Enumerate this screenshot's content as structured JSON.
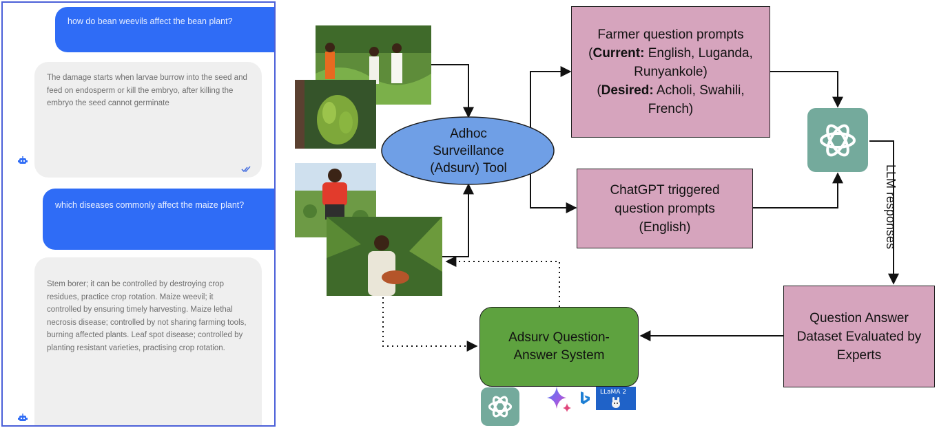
{
  "chat": {
    "messages": [
      {
        "role": "user",
        "text": "how do bean weevils affect the bean plant?"
      },
      {
        "role": "bot",
        "text": "The damage starts when larvae burrow into the seed and feed on endosperm or kill the embryo, after killing the embryo the seed cannot germinate"
      },
      {
        "role": "user",
        "text": "which diseases commonly affect the maize plant?"
      },
      {
        "role": "bot",
        "text": "Stem borer; it can be controlled by destroying crop residues, practice crop rotation.  Maize weevil; it controlled by ensuring timely harvesting.  Maize lethal necrosis disease; controlled by not sharing farming tools, burning affected plants. Leaf spot disease; controlled by planting resistant varieties,  practising crop rotation."
      }
    ]
  },
  "diagram": {
    "adsurv_tool": "Adhoc Surveillance (Adsurv) Tool",
    "farmer_prompts": {
      "line1": "Farmer question prompts",
      "current_label": "Current:",
      "current_value": " English, Luganda, Runyankole)",
      "desired_label": "Desired:",
      "desired_value": " Acholi, Swahili, French)",
      "open_paren": "("
    },
    "chatgpt_prompts": "ChatGPT triggered question prompts (English)",
    "llm_responses": "LLM responses",
    "dataset_box": "Question Answer Dataset Evaluated by Experts",
    "qa_system": "Adsurv Question-Answer System",
    "llama_logo_text": "LLaMA 2"
  },
  "colors": {
    "user_bubble": "#2f6cf6",
    "bot_bubble": "#efefef",
    "pink_box": "#d6a4bd",
    "green_box": "#5ea23f",
    "ellipse": "#6f9fe6",
    "openai_tile": "#74aa9c"
  },
  "icons": [
    "robot-icon",
    "double-check-icon",
    "openai-logo-icon",
    "gemini-logo-icon",
    "bing-logo-icon",
    "llama-logo-icon"
  ]
}
